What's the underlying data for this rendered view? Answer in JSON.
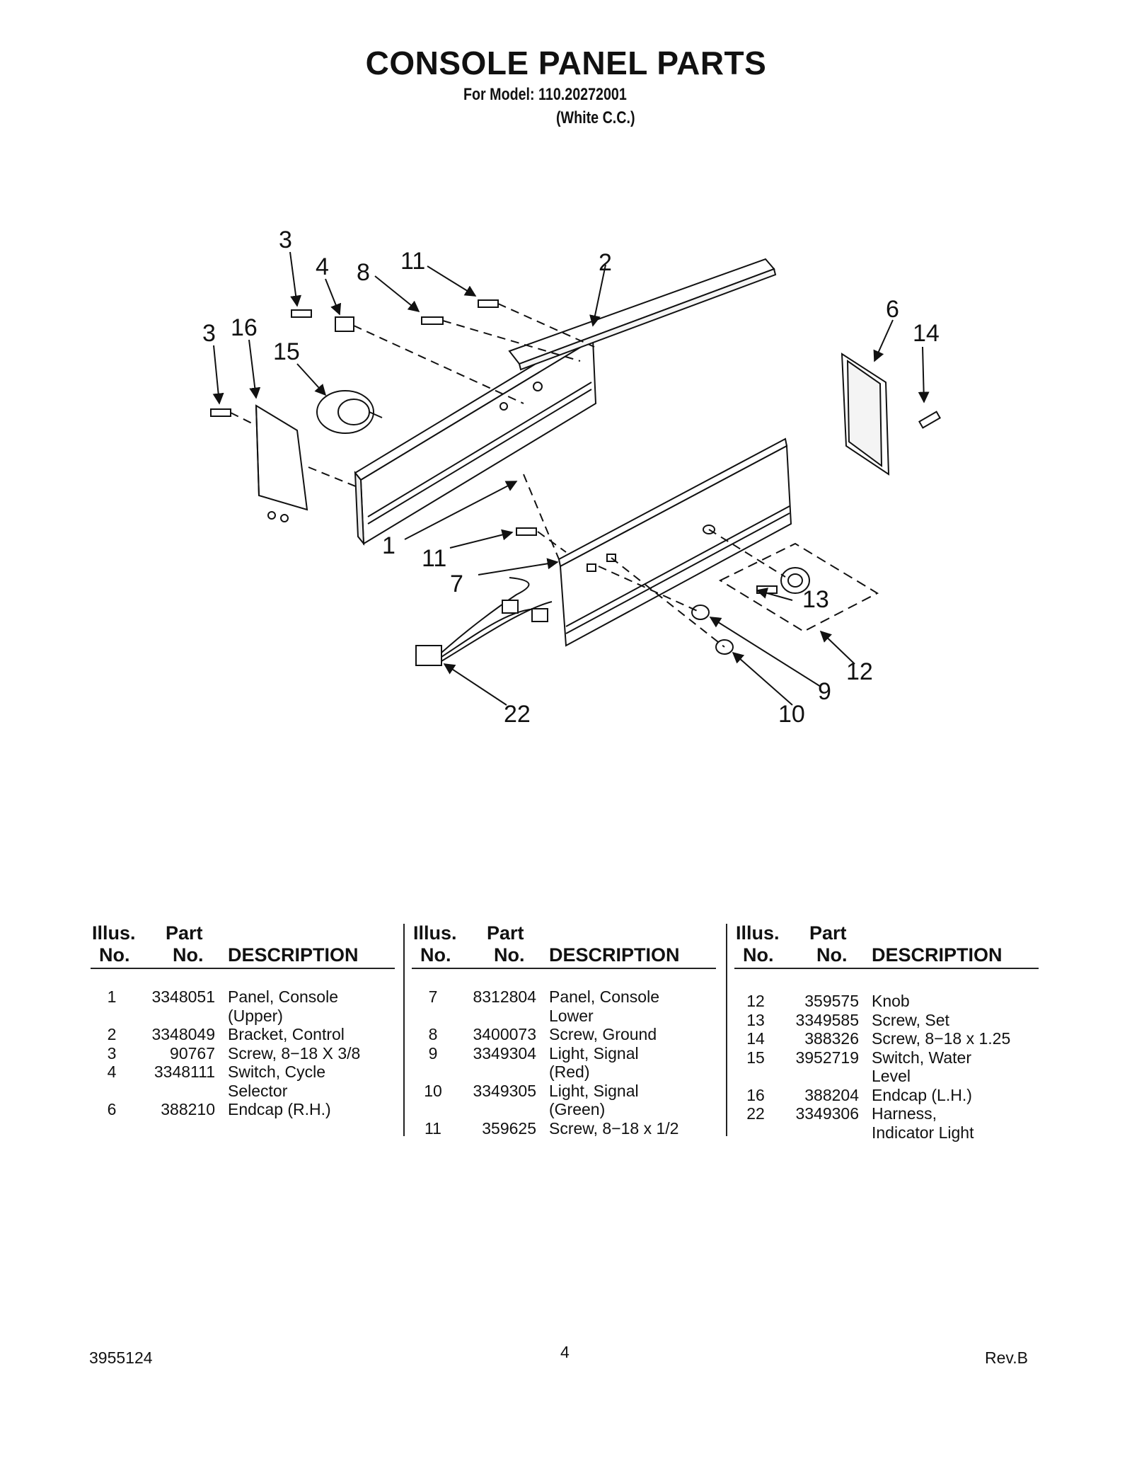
{
  "title": "CONSOLE PANEL PARTS",
  "model_line": "For Model: 110.20272001",
  "variant_line": "(White C.C.)",
  "callouts": [
    "3",
    "4",
    "8",
    "11",
    "2",
    "3",
    "16",
    "15",
    "6",
    "14",
    "1",
    "11",
    "7",
    "13",
    "12",
    "9",
    "10",
    "22"
  ],
  "table": {
    "headers": {
      "illus1": "Illus.",
      "illus2": "No.",
      "part1": "Part",
      "part2": "No.",
      "desc": "DESCRIPTION"
    },
    "columns": [
      [
        {
          "no": "1",
          "part": "3348051",
          "desc": "Panel, Console\n(Upper)"
        },
        {
          "no": "2",
          "part": "3348049",
          "desc": "Bracket, Control"
        },
        {
          "no": "3",
          "part": "90767",
          "desc": "Screw, 8−18 X 3/8"
        },
        {
          "no": "4",
          "part": "3348111",
          "desc": "Switch, Cycle\nSelector"
        },
        {
          "no": "6",
          "part": "388210",
          "desc": "Endcap (R.H.)"
        }
      ],
      [
        {
          "no": "7",
          "part": "8312804",
          "desc": "Panel, Console\nLower"
        },
        {
          "no": "8",
          "part": "3400073",
          "desc": "Screw, Ground"
        },
        {
          "no": "9",
          "part": "3349304",
          "desc": "Light, Signal\n(Red)"
        },
        {
          "no": "10",
          "part": "3349305",
          "desc": "Light, Signal\n(Green)"
        },
        {
          "no": "11",
          "part": "359625",
          "desc": "Screw, 8−18 x 1/2"
        }
      ],
      [
        {
          "no": "12",
          "part": "359575",
          "desc": "Knob"
        },
        {
          "no": "13",
          "part": "3349585",
          "desc": "Screw, Set"
        },
        {
          "no": "14",
          "part": "388326",
          "desc": "Screw, 8−18 x 1.25"
        },
        {
          "no": "15",
          "part": "3952719",
          "desc": "Switch, Water\nLevel"
        },
        {
          "no": "16",
          "part": "388204",
          "desc": "Endcap (L.H.)"
        },
        {
          "no": "22",
          "part": "3349306",
          "desc": "Harness,\nIndicator Light"
        }
      ]
    ]
  },
  "footer": {
    "doc_no": "3955124",
    "page": "4",
    "rev": "Rev.B"
  }
}
